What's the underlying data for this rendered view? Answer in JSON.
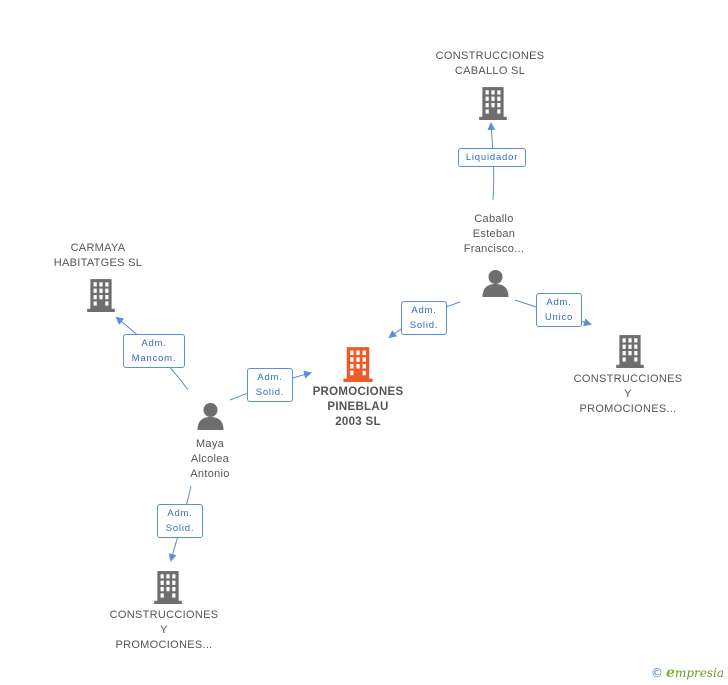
{
  "nodes": {
    "main": {
      "label_lines": [
        "PROMOCIONES",
        "PINEBLAU",
        "2003 SL"
      ],
      "type": "company",
      "color": "#f05a28"
    },
    "caballo_sl": {
      "label_lines": [
        "CONSTRUCCIONES",
        "CABALLO SL"
      ],
      "type": "company",
      "color": "#6e6e6e"
    },
    "caballo_person": {
      "label_lines": [
        "Caballo",
        "Esteban",
        "Francisco..."
      ],
      "type": "person",
      "color": "#6e6e6e"
    },
    "carmaya": {
      "label_lines": [
        "CARMAYA",
        "HABITATGES SL"
      ],
      "type": "company",
      "color": "#6e6e6e"
    },
    "construcciones_right": {
      "label_lines": [
        "CONSTRUCCIONES",
        "Y",
        "PROMOCIONES..."
      ],
      "type": "company",
      "color": "#6e6e6e"
    },
    "maya_person": {
      "label_lines": [
        "Maya",
        "Alcolea",
        "Antonio"
      ],
      "type": "person",
      "color": "#6e6e6e"
    },
    "construcciones_bottom": {
      "label_lines": [
        "CONSTRUCCIONES",
        "Y",
        "PROMOCIONES..."
      ],
      "type": "company",
      "color": "#6e6e6e"
    }
  },
  "edges": [
    {
      "id": "liquidador",
      "label_lines": [
        "Liquidador"
      ]
    },
    {
      "id": "caballo_main",
      "label_lines": [
        "Adm.",
        "Solid."
      ]
    },
    {
      "id": "caballo_right",
      "label_lines": [
        "Adm.",
        "Unico"
      ]
    },
    {
      "id": "maya_carmaya",
      "label_lines": [
        "Adm.",
        "Mancom."
      ]
    },
    {
      "id": "maya_main",
      "label_lines": [
        "Adm.",
        "Solid."
      ]
    },
    {
      "id": "maya_bottom",
      "label_lines": [
        "Adm.",
        "Solid."
      ]
    }
  ],
  "colors": {
    "edge": "#5b8fd6",
    "company": "#6e6e6e",
    "main": "#f05a28"
  },
  "watermark": {
    "copyright": "©",
    "brand_initial": "e",
    "brand_rest": "mpresia"
  }
}
